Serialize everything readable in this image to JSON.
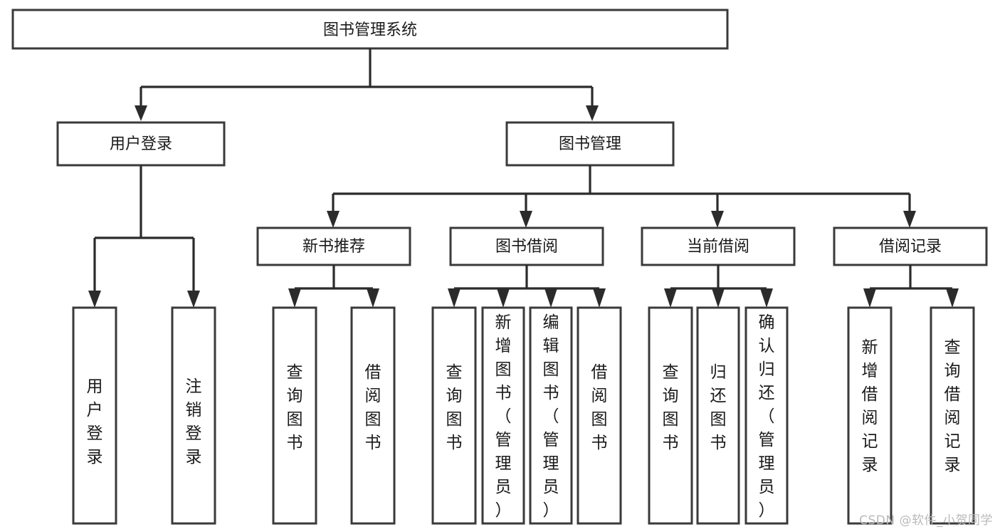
{
  "diagram": {
    "type": "tree",
    "title": "图书管理系统",
    "watermark": "CSDN @软件_小贺同学",
    "colors": {
      "box_stroke": "#3a3a3a",
      "box_fill": "#ffffff",
      "connector": "#2b2b2b",
      "text": "#1a1a1a",
      "watermark": "#b9b9b9",
      "background": "#ffffff"
    },
    "root": {
      "label": "图书管理系统"
    },
    "level2": [
      {
        "id": "user-login",
        "label": "用户登录"
      },
      {
        "id": "book-management",
        "label": "图书管理"
      }
    ],
    "level3": [
      {
        "id": "new-book-recommend",
        "label": "新书推荐"
      },
      {
        "id": "book-borrow",
        "label": "图书借阅"
      },
      {
        "id": "current-borrow",
        "label": "当前借阅"
      },
      {
        "id": "borrow-record",
        "label": "借阅记录"
      }
    ],
    "leaves": {
      "user_login": [
        {
          "id": "leaf-user-login",
          "label": "用户登录"
        },
        {
          "id": "leaf-logout-login",
          "label": "注销登录"
        }
      ],
      "new_book_recommend": [
        {
          "id": "leaf-query-book-1",
          "label": "查询图书"
        },
        {
          "id": "leaf-borrow-book-1",
          "label": "借阅图书"
        }
      ],
      "book_borrow": [
        {
          "id": "leaf-query-book-2",
          "label": "查询图书"
        },
        {
          "id": "leaf-add-book",
          "label": "新增图书（管理员）"
        },
        {
          "id": "leaf-edit-book",
          "label": "编辑图书（管理员）"
        },
        {
          "id": "leaf-borrow-book-2",
          "label": "借阅图书"
        }
      ],
      "current_borrow": [
        {
          "id": "leaf-query-book-3",
          "label": "查询图书"
        },
        {
          "id": "leaf-return-book",
          "label": "归还图书"
        },
        {
          "id": "leaf-confirm-return",
          "label": "确认归还（管理员）"
        }
      ],
      "borrow_record": [
        {
          "id": "leaf-add-record",
          "label": "新增借阅记录"
        },
        {
          "id": "leaf-query-record",
          "label": "查询借阅记录"
        }
      ]
    }
  }
}
